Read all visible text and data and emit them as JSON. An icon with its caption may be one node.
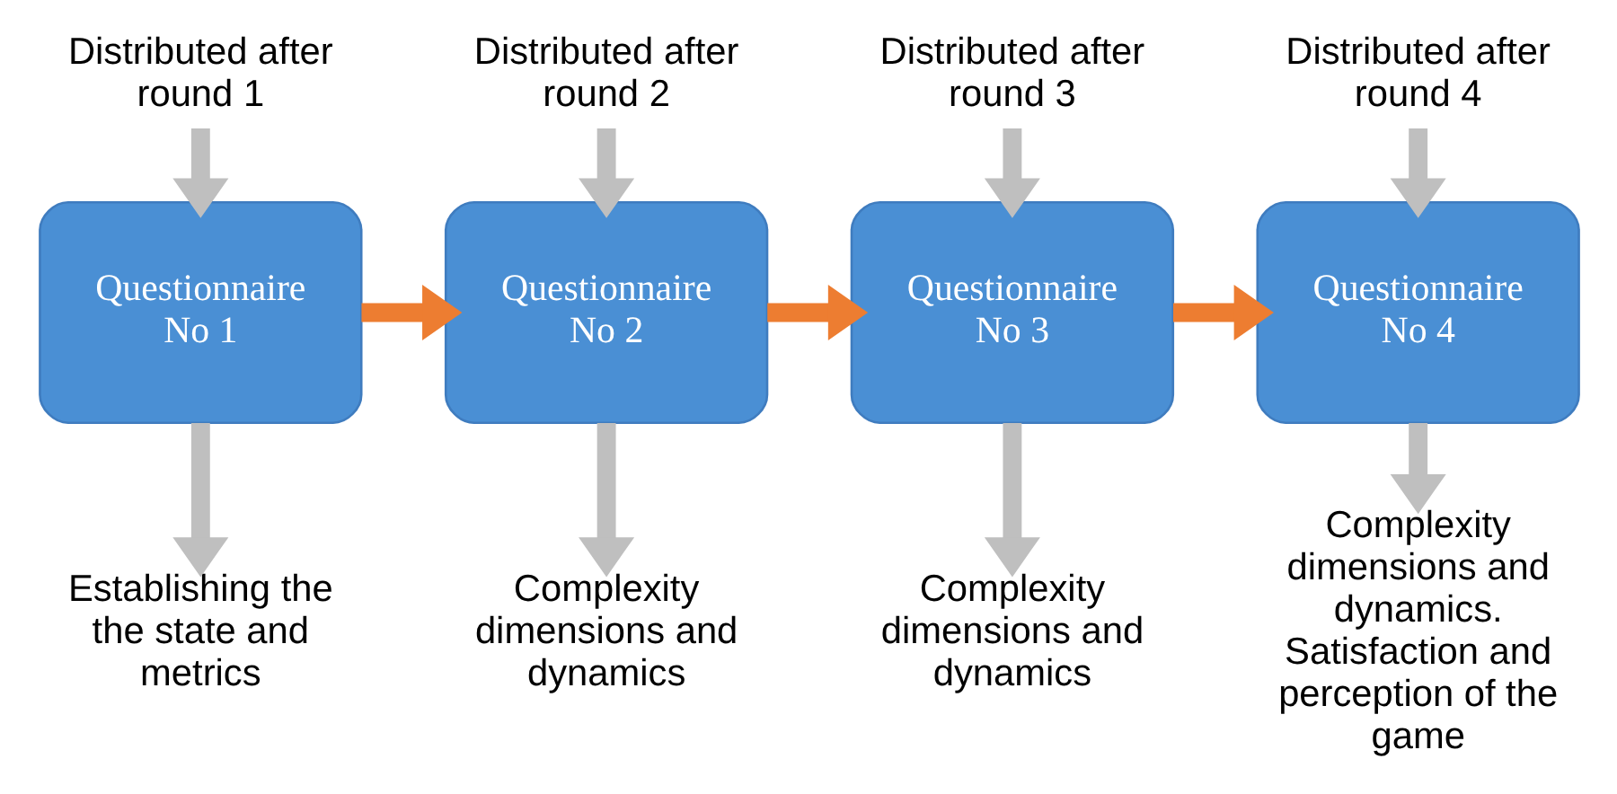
{
  "diagram": {
    "nodes": [
      {
        "text": [
          "Distributed after round 1"
        ]
      },
      {
        "text": [
          "Distributed after round 2"
        ]
      },
      {
        "text": [
          "Distributed after round 3"
        ]
      },
      {
        "text": [
          "Distributed after round 4"
        ]
      },
      {
        "text": [
          "Questionnaire No 1"
        ]
      },
      {
        "text": [
          "Questionnaire No 2"
        ]
      },
      {
        "text": [
          "Questionnaire No 3"
        ]
      },
      {
        "text": [
          "Questionnaire No 4"
        ]
      },
      {
        "text": [
          "Establishing the the state and metrics"
        ]
      },
      {
        "text": [
          "Complexity dimensions and dynamics"
        ]
      },
      {
        "text": [
          "Complexity dimensions and dynamics"
        ]
      },
      {
        "text": [
          "Complexity dimensions and dynamics. Satisfaction and perception of the game"
        ]
      }
    ],
    "edges": [
      {
        "from": 0,
        "to": 4,
        "arrow": "to"
      },
      {
        "from": 1,
        "to": 5,
        "arrow": "to"
      },
      {
        "from": 2,
        "to": 6,
        "arrow": "to"
      },
      {
        "from": 3,
        "to": 7,
        "arrow": "to"
      },
      {
        "from": 4,
        "to": 5,
        "arrow": "to",
        "color": "#ed7d31"
      },
      {
        "from": 5,
        "to": 6,
        "arrow": "to",
        "color": "#ed7d31"
      },
      {
        "from": 6,
        "to": 7,
        "arrow": "to",
        "color": "#ed7d31"
      },
      {
        "from": 4,
        "to": 8,
        "arrow": "to"
      },
      {
        "from": 5,
        "to": 9,
        "arrow": "to"
      },
      {
        "from": 6,
        "to": 10,
        "arrow": "to"
      },
      {
        "from": 7,
        "to": 11,
        "arrow": "to"
      }
    ]
  }
}
